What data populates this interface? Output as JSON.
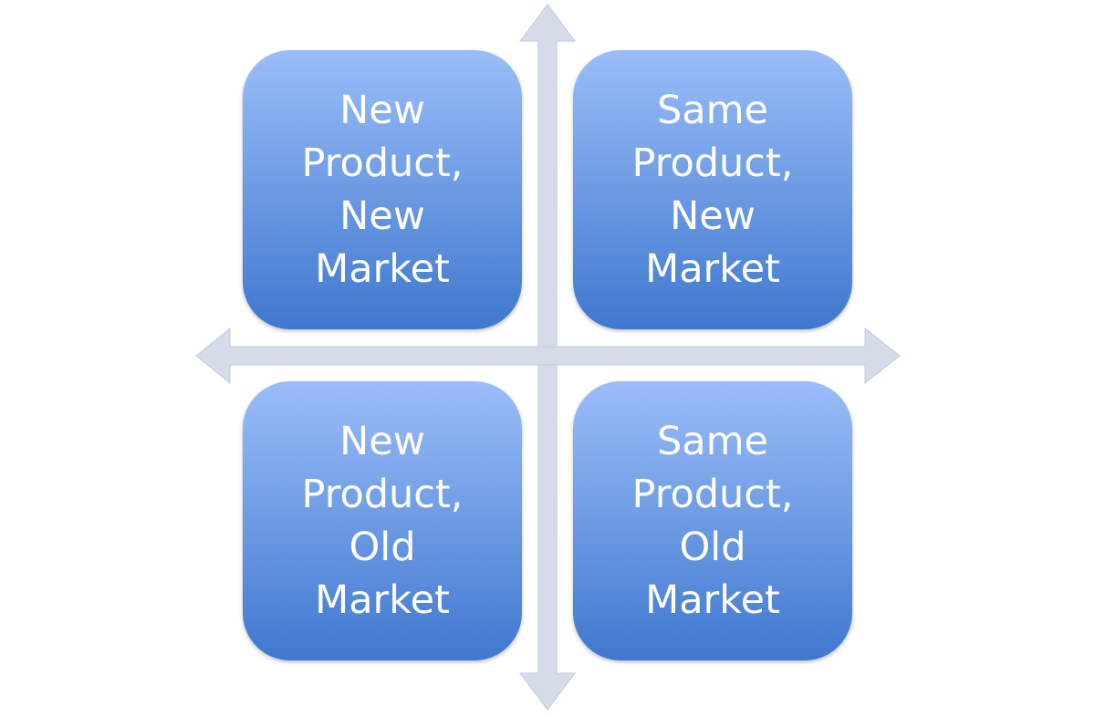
{
  "quadrants": {
    "top_left": "New\nProduct,\nNew\nMarket",
    "top_right": "Same\nProduct,\nNew\nMarket",
    "bottom_left": "New\nProduct,\nOld\nMarket",
    "bottom_right": "Same\nProduct,\nOld\nMarket"
  },
  "colors": {
    "box_top": "#9abdf9",
    "box_bottom": "#3f78cf",
    "axis_fill": "#d5dbe8",
    "axis_stroke": "#c2cadb",
    "text": "#ffffff"
  }
}
